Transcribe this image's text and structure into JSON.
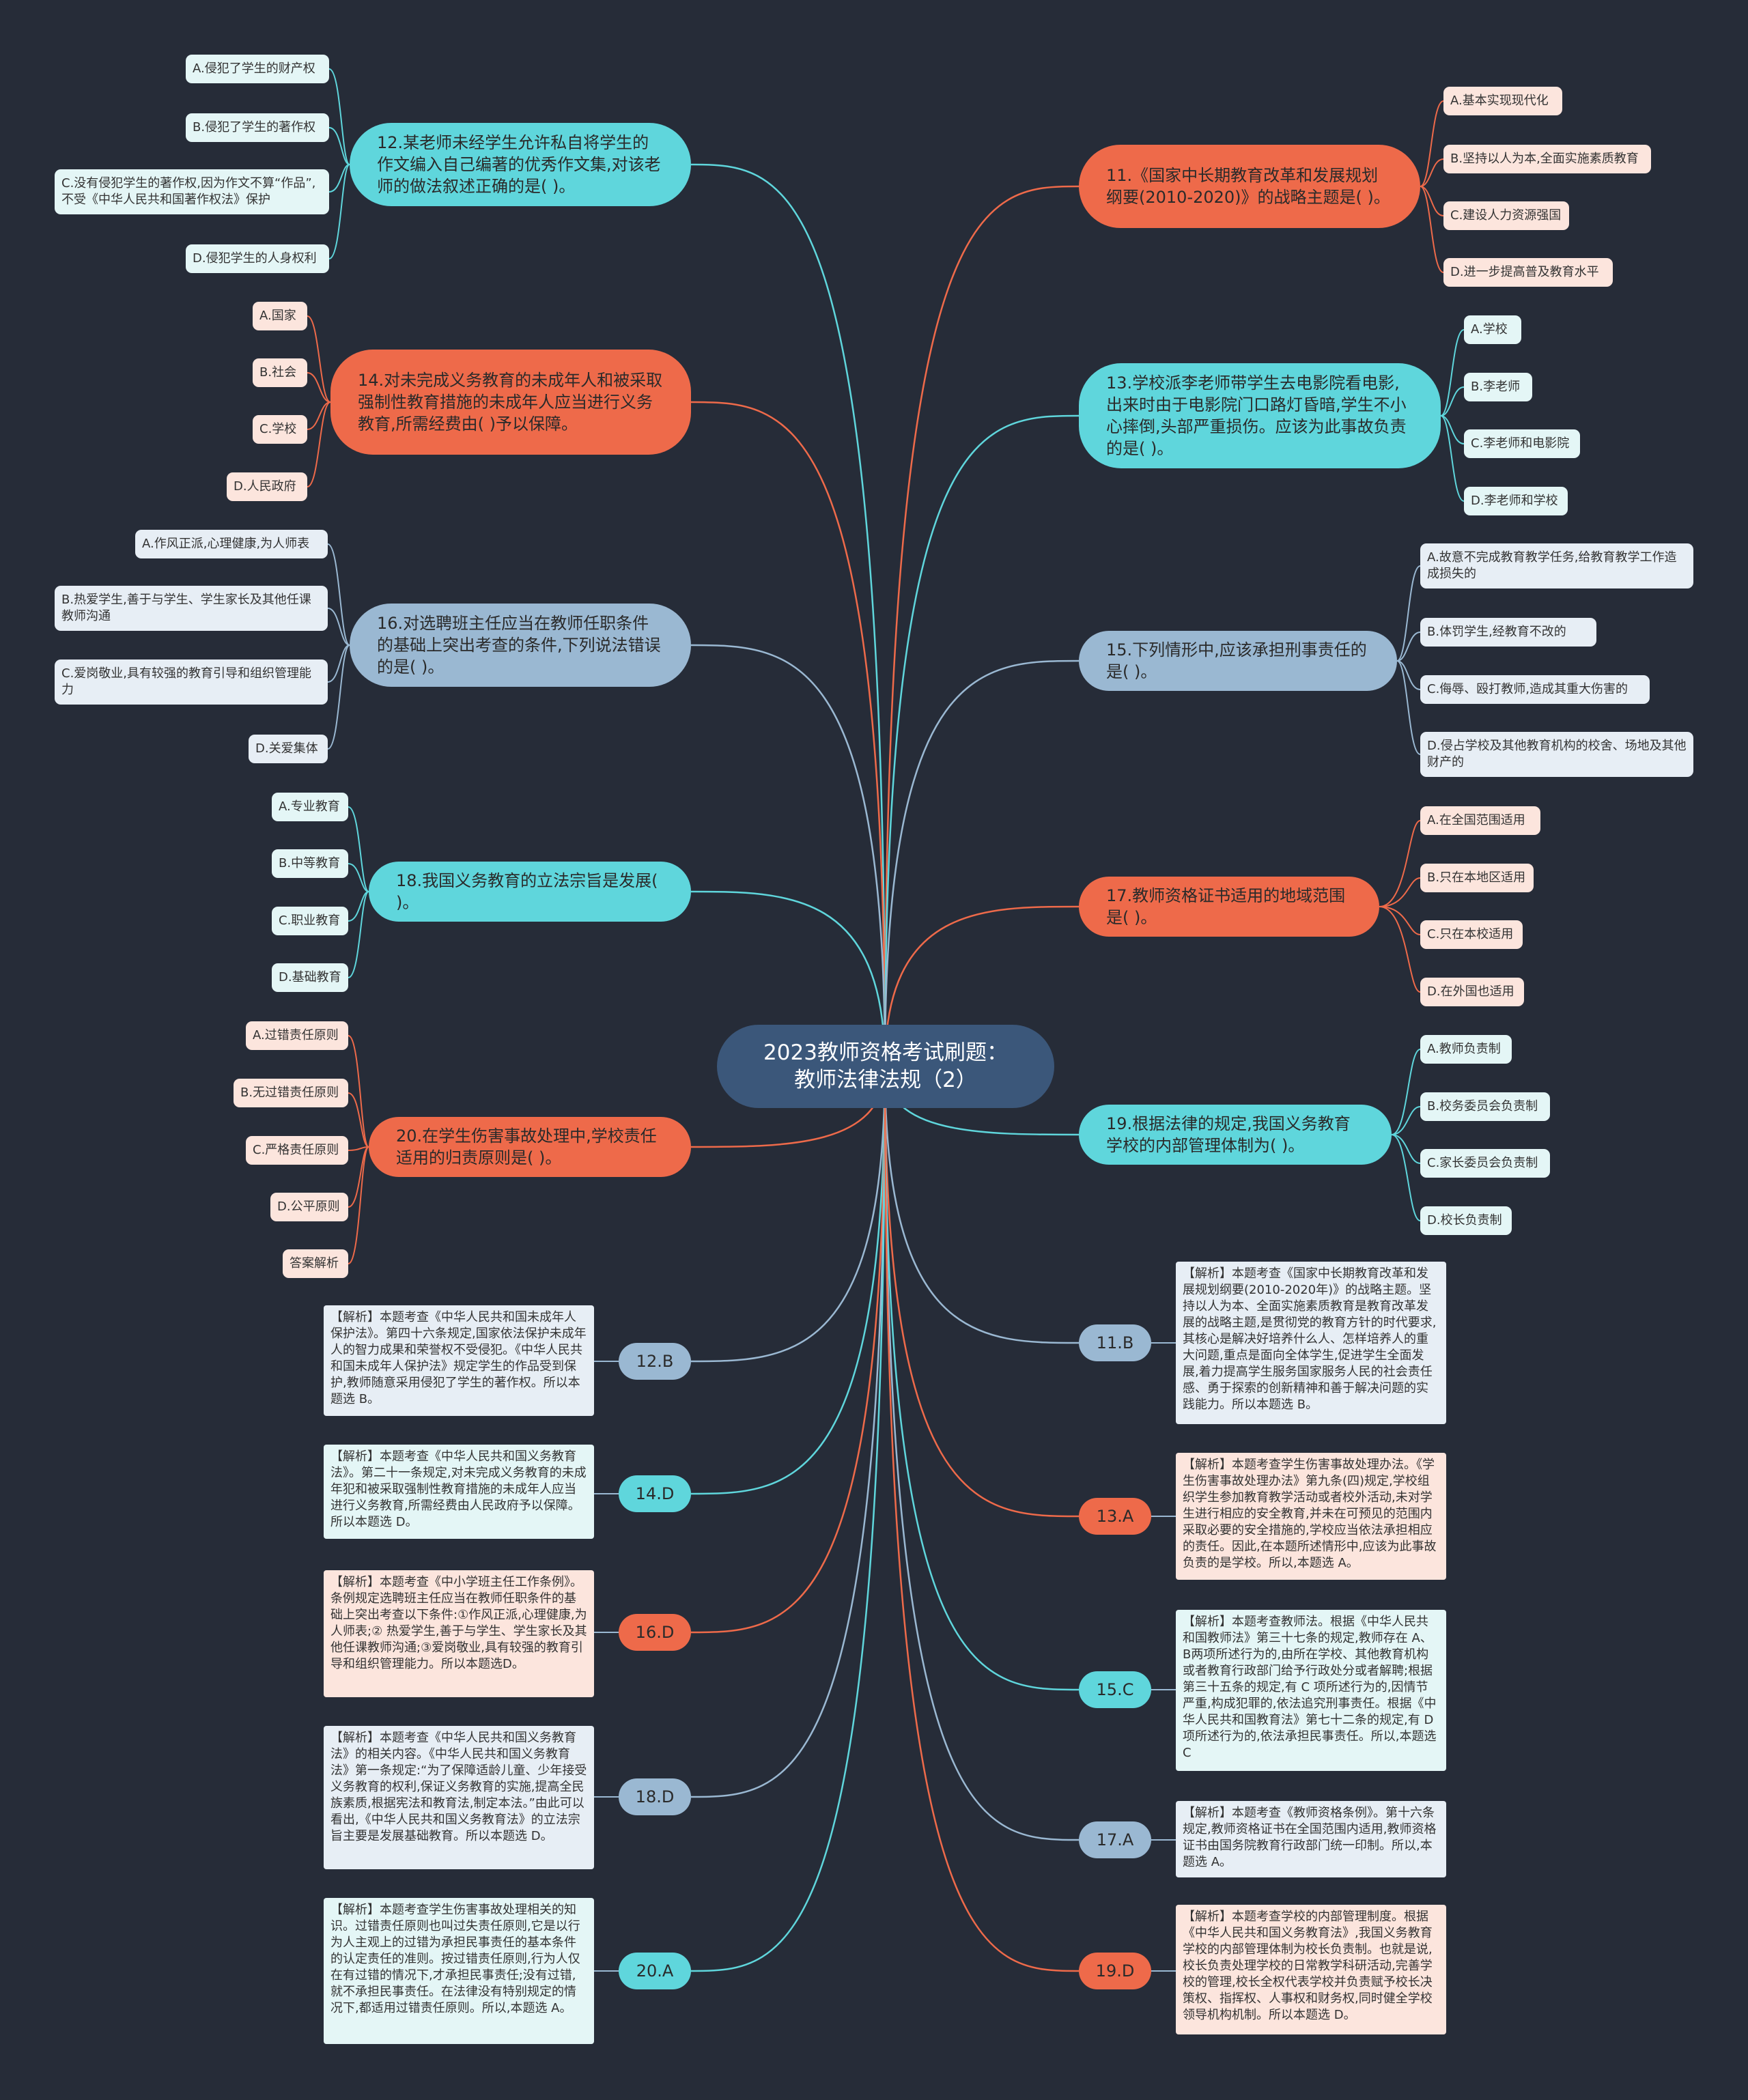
{
  "root": {
    "line1": "2023教师资格考试刷题：",
    "line2": "教师法律法规（2）"
  },
  "colors": {
    "background": "#262c38",
    "root": "#3b577a",
    "cyan": "#5fd6dc",
    "orange": "#ee6a4a",
    "steel": "#9ab8d2"
  },
  "questions": {
    "q12": {
      "text": "12.某老师未经学生允许私自将学生的作文编入自己编著的优秀作文集,对该老师的做法叙述正确的是( )。",
      "options": [
        "A.侵犯了学生的财产权",
        "B.侵犯了学生的著作权",
        "C.没有侵犯学生的著作权,因为作文不算“作品”,不受《中华人民共和国著作权法》保护",
        "D.侵犯学生的人身权利"
      ]
    },
    "q14": {
      "text": "14.对未完成义务教育的未成年人和被采取强制性教育措施的未成年人应当进行义务教育,所需经费由( )予以保障。",
      "options": [
        "A.国家",
        "B.社会",
        "C.学校",
        "D.人民政府"
      ]
    },
    "q16": {
      "text": "16.对选聘班主任应当在教师任职条件的基础上突出考查的条件,下列说法错误的是( )。",
      "options": [
        "A.作风正派,心理健康,为人师表",
        "B.热爱学生,善于与学生、学生家长及其他任课教师沟通",
        "C.爱岗敬业,具有较强的教育引导和组织管理能力",
        "D.关爱集体"
      ]
    },
    "q18": {
      "text": "18.我国义务教育的立法宗旨是发展( )。",
      "options": [
        "A.专业教育",
        "B.中等教育",
        "C.职业教育",
        "D.基础教育"
      ]
    },
    "q20": {
      "text": "20.在学生伤害事故处理中,学校责任适用的归责原则是( )。",
      "options": [
        "A.过错责任原则",
        "B.无过错责任原则",
        "C.严格责任原则",
        "D.公平原则",
        "答案解析"
      ]
    },
    "q11": {
      "text": "11.《国家中长期教育改革和发展规划纲要(2010-2020)》的战略主题是( )。",
      "options": [
        "A.基本实现现代化",
        "B.坚持以人为本,全面实施素质教育",
        "C.建设人力资源强国",
        "D.进一步提高普及教育水平"
      ]
    },
    "q13": {
      "text": "13.学校派李老师带学生去电影院看电影,出来时由于电影院门口路灯昏暗,学生不小心摔倒,头部严重损伤。应该为此事故负责的是( )。",
      "options": [
        "A.学校",
        "B.李老师",
        "C.李老师和电影院",
        "D.李老师和学校"
      ]
    },
    "q15": {
      "text": "15.下列情形中,应该承担刑事责任的是( )。",
      "options": [
        "A.故意不完成教育教学任务,给教育教学工作造成损失的",
        "B.体罚学生,经教育不改的",
        "C.侮辱、殴打教师,造成其重大伤害的",
        "D.侵占学校及其他教育机构的校舍、场地及其他财产的"
      ]
    },
    "q17": {
      "text": "17.教师资格证书适用的地域范围是( )。",
      "options": [
        "A.在全国范围适用",
        "B.只在本地区适用",
        "C.只在本校适用",
        "D.在外国也适用"
      ]
    },
    "q19": {
      "text": "19.根据法律的规定,我国义务教育学校的内部管理体制为( )。",
      "options": [
        "A.教师负责制",
        "B.校务委员会负责制",
        "C.家长委员会负责制",
        "D.校长负责制"
      ]
    }
  },
  "answers": {
    "a12": {
      "label": "12.B",
      "note": "【解析】本题考查《中华人民共和国未成年人保护法》。第四十六条规定,国家依法保护未成年人的智力成果和荣誉权不受侵犯。《中华人民共和国未成年人保护法》规定学生的作品受到保护,教师随意采用侵犯了学生的著作权。所以本题选 B。"
    },
    "a14": {
      "label": "14.D",
      "note": "【解析】本题考查《中华人民共和国义务教育法》。第二十一条规定,对未完成义务教育的未成年犯和被采取强制性教育措施的未成年人应当进行义务教育,所需经费由人民政府予以保障。所以本题选 D。"
    },
    "a16": {
      "label": "16.D",
      "note": "【解析】本题考查《中小学班主任工作条例》。条例规定选聘班主任应当在教师任职条件的基础上突出考查以下条件:①作风正派,心理健康,为人师表;② 热爱学生,善于与学生、学生家长及其他任课教师沟通;③爱岗敬业,具有较强的教育引导和组织管理能力。所以本题选D。"
    },
    "a18": {
      "label": "18.D",
      "note": "【解析】本题考查《中华人民共和国义务教育法》的相关内容。《中华人民共和国义务教育法》第一条规定:“为了保障适龄儿童、少年接受义务教育的权利,保证义务教育的实施,提高全民族素质,根据宪法和教育法,制定本法。”由此可以看出,《中华人民共和国义务教育法》的立法宗旨主要是发展基础教育。所以本题选 D。"
    },
    "a20": {
      "label": "20.A",
      "note": "【解析】本题考查学生伤害事故处理相关的知识。过错责任原则也叫过失责任原则,它是以行为人主观上的过错为承担民事责任的基本条件的认定责任的准则。按过错责任原则,行为人仅在有过错的情况下,才承担民事责任;没有过错,就不承担民事责任。在法律没有特别规定的情况下,都适用过错责任原则。所以,本题选 A。"
    },
    "a11": {
      "label": "11.B",
      "note": "【解析】本题考查《国家中长期教育改革和发展规划纲要(2010-2020年)》的战略主题。坚持以人为本、全面实施素质教育是教育改革发展的战略主题,是贯彻党的教育方针的时代要求,其核心是解决好培养什么人、怎样培养人的重大问题,重点是面向全体学生,促进学生全面发展,着力提高学生服务国家服务人民的社会责任感、勇于探索的创新精神和善于解决问题的实践能力。所以本题选 B。"
    },
    "a13": {
      "label": "13.A",
      "note": "【解析】本题考查学生伤害事故处理办法。《学生伤害事故处理办法》第九条(四)规定,学校组织学生参加教育教学活动或者校外活动,未对学生进行相应的安全教育,并未在可预见的范围内采取必要的安全措施的,学校应当依法承担相应的责任。因此,在本题所述情形中,应该为此事故负责的是学校。所以,本题选 A。"
    },
    "a15": {
      "label": "15.C",
      "note": "【解析】本题考查教师法。根据《中华人民共和国教师法》第三十七条的规定,教师存在 A、B两项所述行为的,由所在学校、其他教育机构或者教育行政部门给予行政处分或者解聘;根据第三十五条的规定,有 C 项所述行为的,因情节严重,构成犯罪的,依法追究刑事责任。根据《中华人民共和国教育法》第七十二条的规定,有 D 项所述行为的,依法承担民事责任。所以,本题选 C"
    },
    "a17": {
      "label": "17.A",
      "note": "【解析】本题考查《教师资格条例》。第十六条规定,教师资格证书在全国范围内适用,教师资格证书由国务院教育行政部门统一印制。所以,本题选 A。"
    },
    "a19": {
      "label": "19.D",
      "note": "【解析】本题考查学校的内部管理制度。根据《中华人民共和国义务教育法》,我国义务教育学校的内部管理体制为校长负责制。也就是说,校长负责处理学校的日常教学科研活动,完善学校的管理,校长全权代表学校并负责赋予校长决策权、指挥权、人事权和财务权,同时健全学校领导机构机制。所以本题选 D。"
    }
  }
}
